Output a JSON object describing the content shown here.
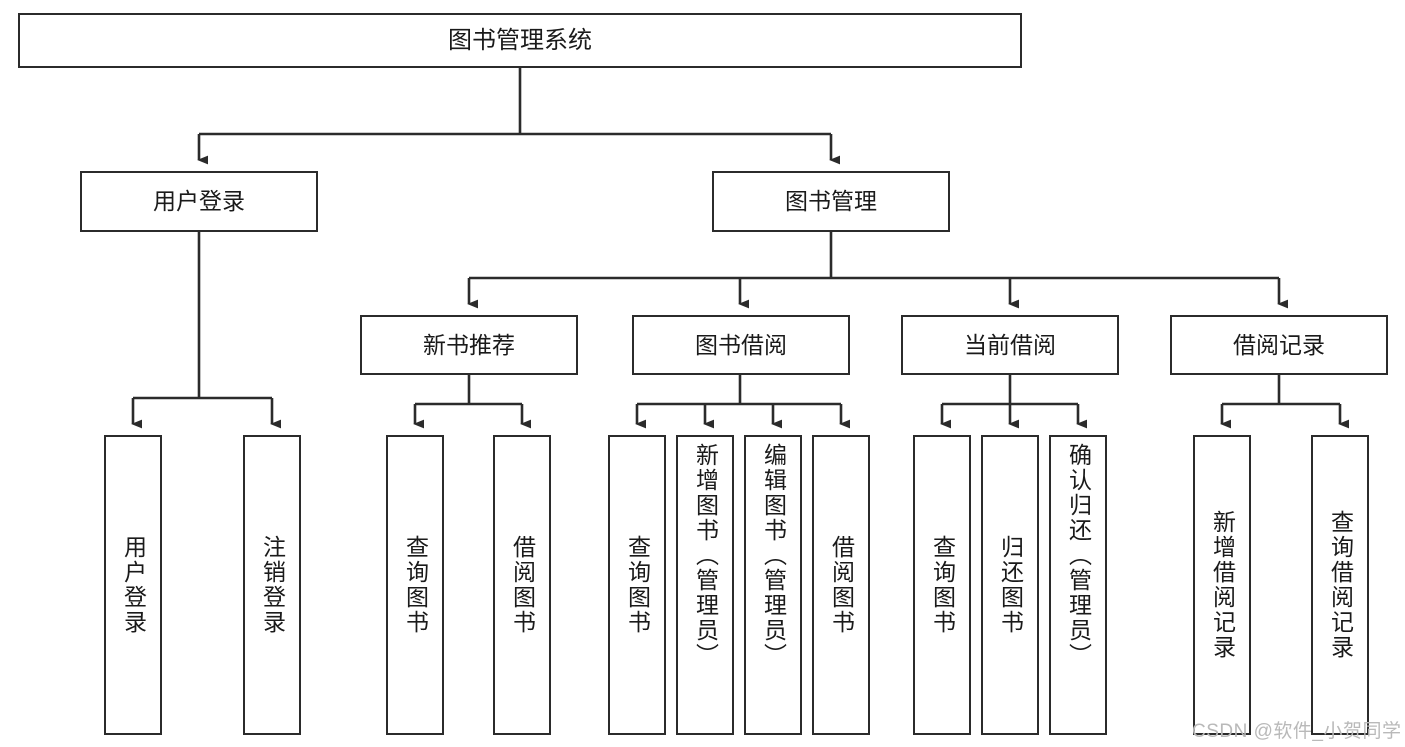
{
  "diagram": {
    "type": "hierarchy-tree",
    "title": "图书管理系统",
    "watermark": "CSDN @软件_小贺同学",
    "colors": {
      "box_border": "#2b2b2b",
      "box_fill": "#ffffff",
      "connector": "#2b2b2b",
      "text": "#1a1a1a",
      "watermark": "#b9b9b9"
    },
    "root": {
      "label": "图书管理系统"
    },
    "level2": [
      {
        "label": "用户登录"
      },
      {
        "label": "图书管理"
      }
    ],
    "level3": [
      {
        "label": "新书推荐"
      },
      {
        "label": "图书借阅"
      },
      {
        "label": "当前借阅"
      },
      {
        "label": "借阅记录"
      }
    ],
    "leaves": {
      "user_login": [
        {
          "label": "用户登录"
        },
        {
          "label": "注销登录"
        }
      ],
      "new_book": [
        {
          "label": "查询图书"
        },
        {
          "label": "借阅图书"
        }
      ],
      "book_borrow": [
        {
          "label": "查询图书"
        },
        {
          "label": "新增图书（管理员）"
        },
        {
          "label": "编辑图书（管理员）"
        },
        {
          "label": "借阅图书"
        }
      ],
      "current_borrow": [
        {
          "label": "查询图书"
        },
        {
          "label": "归还图书"
        },
        {
          "label": "确认归还（管理员）"
        }
      ],
      "borrow_record": [
        {
          "label": "新增借阅记录"
        },
        {
          "label": "查询借阅记录"
        }
      ]
    }
  }
}
